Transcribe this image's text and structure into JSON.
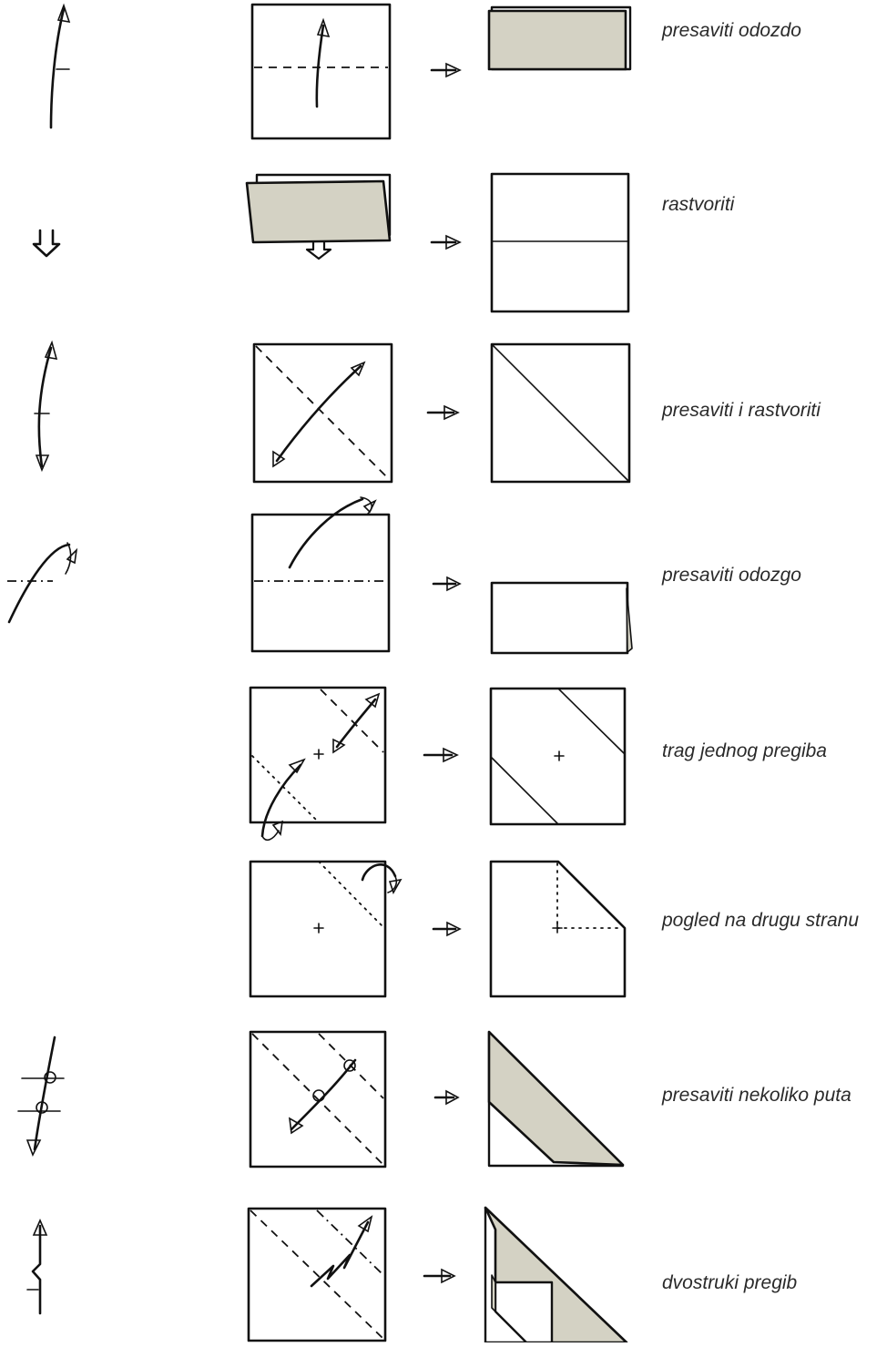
{
  "steps": [
    {
      "label": "presaviti odozdo",
      "symbol_icon": "valley-fold-arrow-icon"
    },
    {
      "label": "rastvoriti",
      "symbol_icon": "unfold-arrow-icon"
    },
    {
      "label": "presaviti i rastvoriti",
      "symbol_icon": "fold-and-unfold-arrow-icon"
    },
    {
      "label": "presaviti odozgo",
      "symbol_icon": "mountain-fold-arrow-icon"
    },
    {
      "label": "trag jednog pregiba",
      "symbol_icon": "crease-icon"
    },
    {
      "label": "pogled na drugu stranu",
      "symbol_icon": "turn-over-icon"
    },
    {
      "label": "presaviti nekoliko puta",
      "symbol_icon": "fold-repeatedly-arrow-icon"
    },
    {
      "label": "dvostruki pregib",
      "symbol_icon": "pleat-fold-arrow-icon"
    }
  ],
  "colors": {
    "paper_back": "#d4d2c4",
    "ink": "#111111",
    "paper": "#ffffff"
  }
}
